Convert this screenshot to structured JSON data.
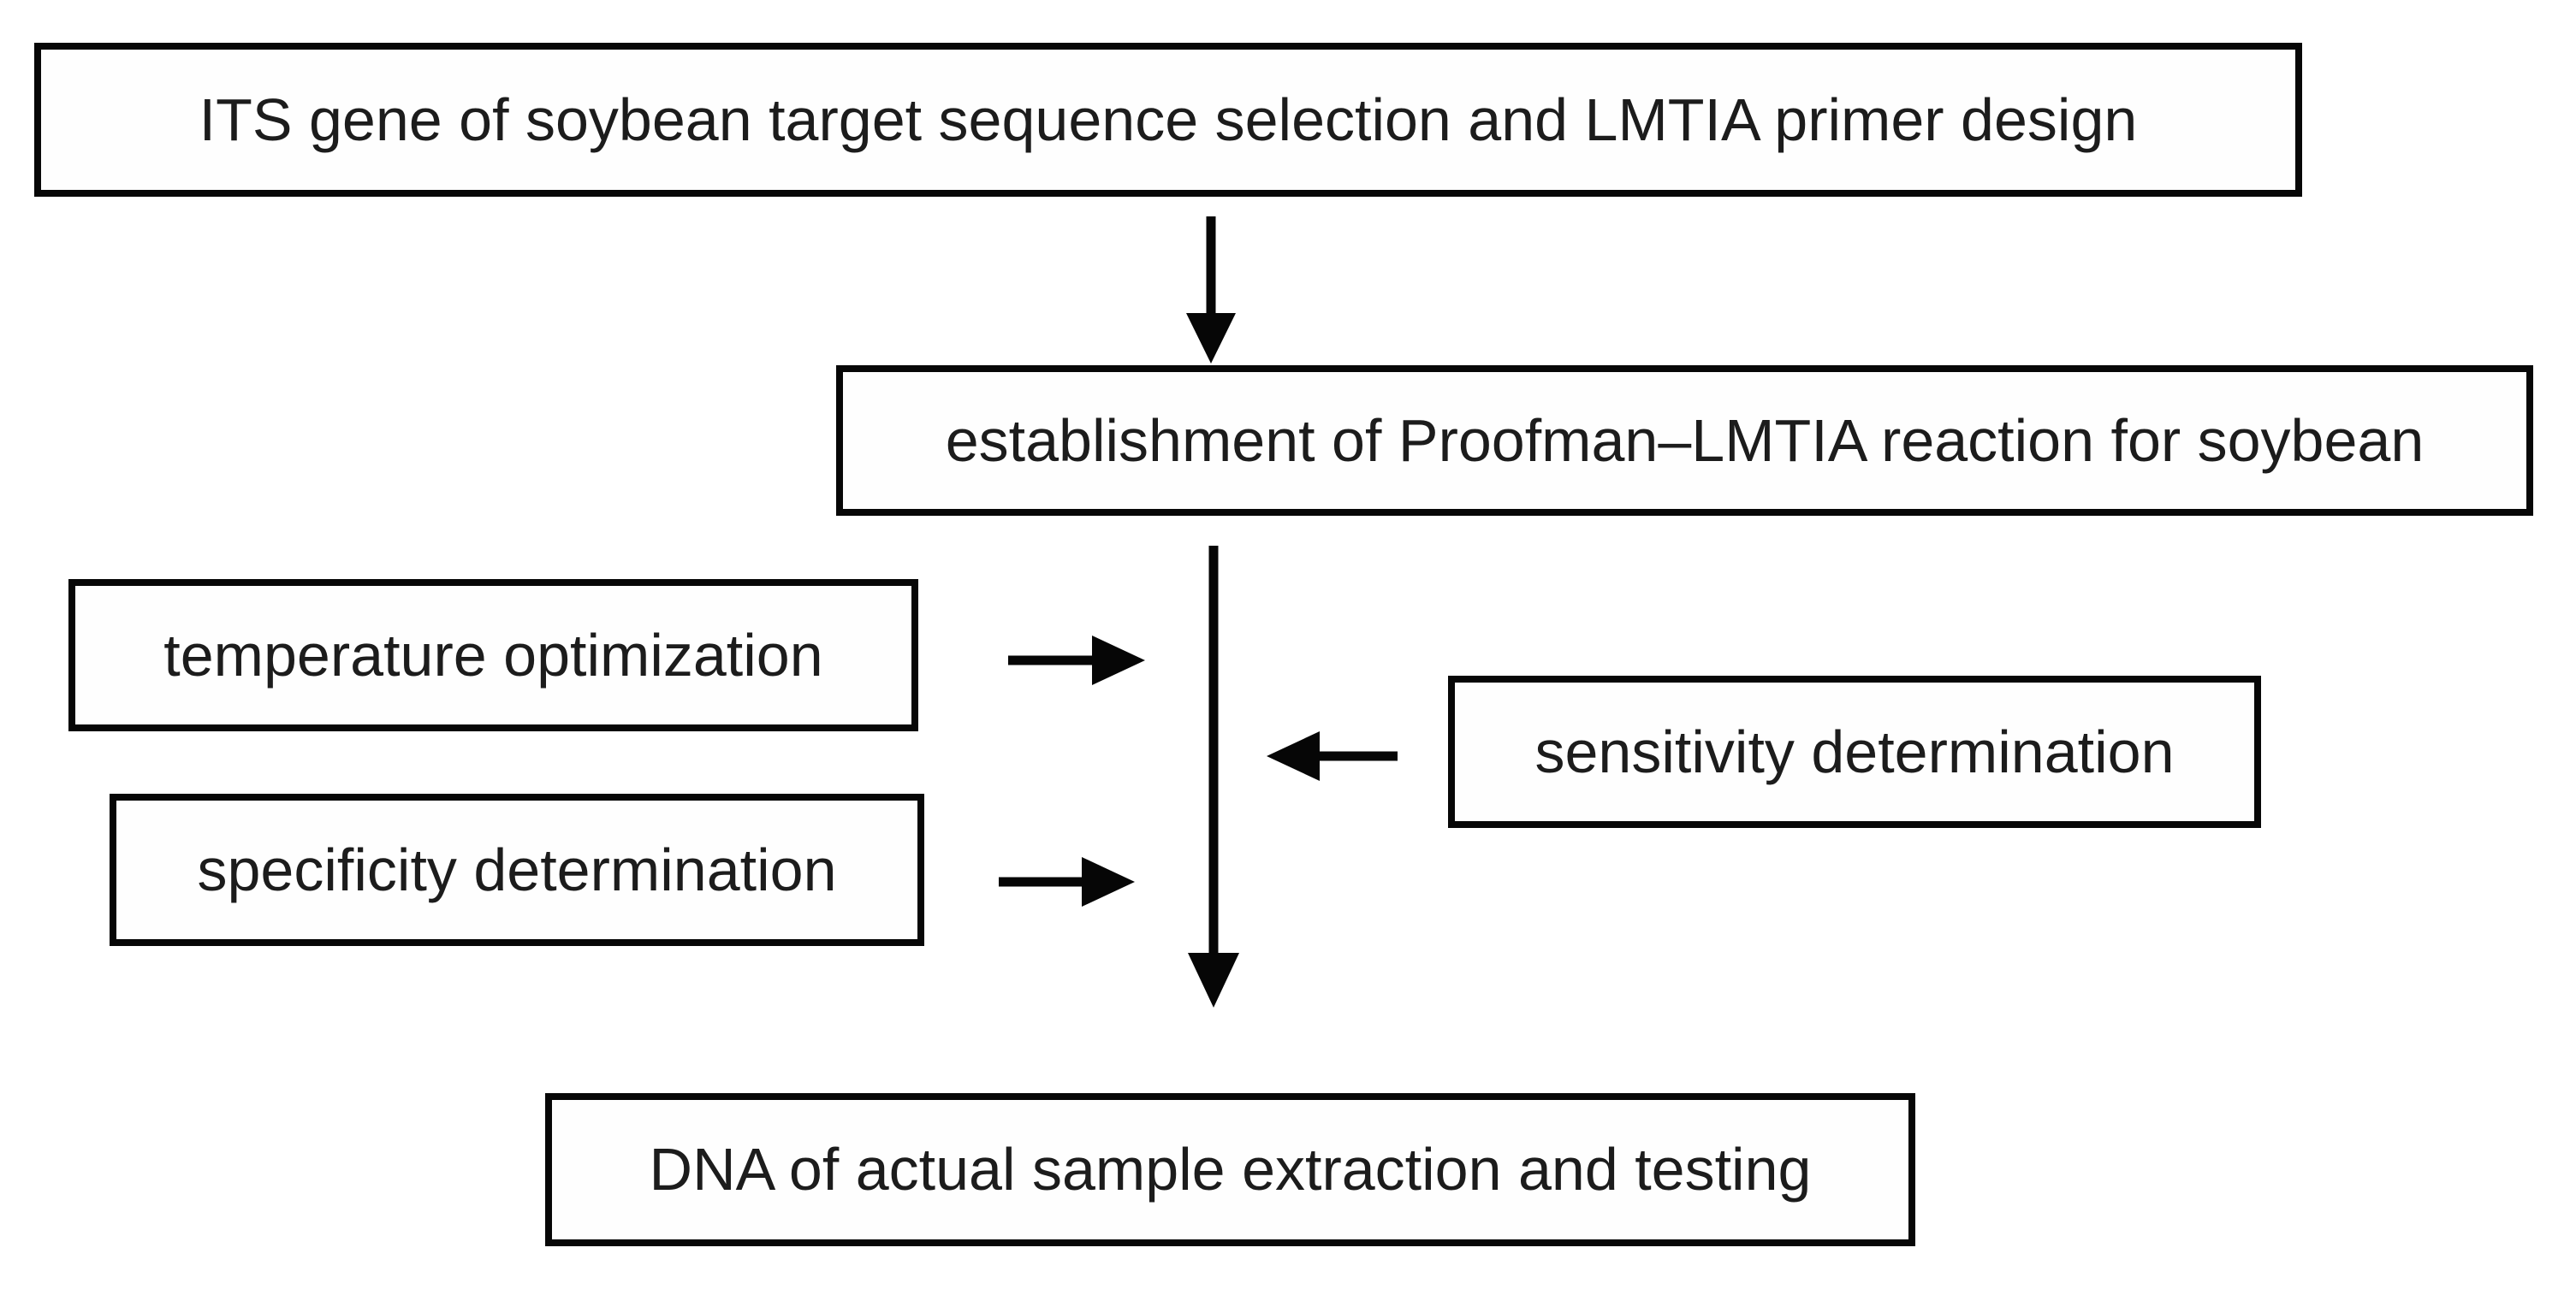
{
  "figure": {
    "type": "flowchart",
    "background_color": "#ffffff",
    "line_color": "#060606",
    "text_color": "#1c1c1c",
    "nodes": [
      {
        "id": "primer-design",
        "label": "ITS gene of soybean target sequence selection and LMTIA primer design"
      },
      {
        "id": "establishment",
        "label": "establishment of Proofman–LMTIA reaction for soybean"
      },
      {
        "id": "temperature",
        "label": "temperature optimization"
      },
      {
        "id": "sensitivity",
        "label": "sensitivity determination"
      },
      {
        "id": "specificity",
        "label": "specificity determination"
      },
      {
        "id": "dna-testing",
        "label": "DNA of actual sample extraction and testing"
      }
    ],
    "edges": [
      {
        "from": "primer-design",
        "to": "establishment",
        "direction": "down"
      },
      {
        "from": "establishment",
        "to": "dna-testing",
        "direction": "down"
      },
      {
        "from": "temperature",
        "to": "main-flow",
        "direction": "right"
      },
      {
        "from": "sensitivity",
        "to": "main-flow",
        "direction": "left"
      },
      {
        "from": "specificity",
        "to": "main-flow",
        "direction": "right"
      }
    ]
  }
}
